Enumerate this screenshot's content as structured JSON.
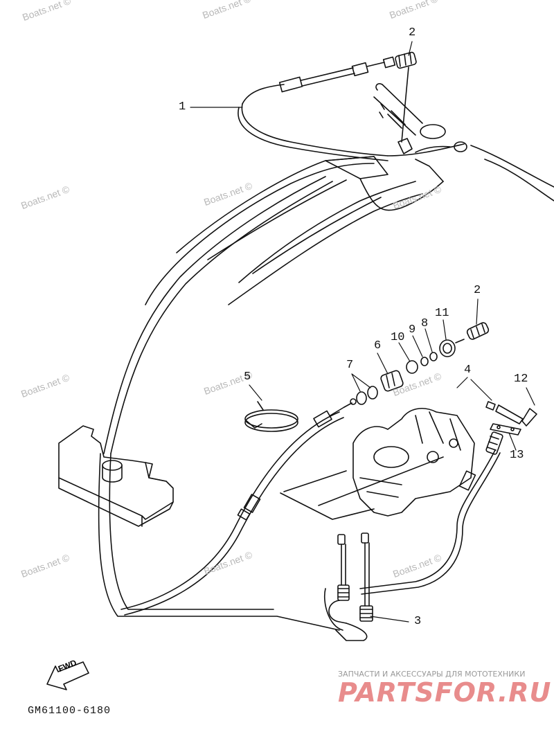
{
  "watermark": "Boats.net ©",
  "callouts": {
    "c1": "1",
    "c2a": "2",
    "c2b": "2",
    "c3": "3",
    "c4": "4",
    "c5": "5",
    "c6": "6",
    "c7": "7",
    "c8": "8",
    "c9": "9",
    "c10": "10",
    "c11": "11",
    "c12": "12",
    "c13": "13"
  },
  "fwd_label": "FWD",
  "diagram_code": "GM61100-6180",
  "footer": {
    "caption": "ЗАПЧАСТИ И АКСЕССУАРЫ ДЛЯ МОТОТЕХНИКИ",
    "logo_text": "PARTSFOR.RU"
  }
}
